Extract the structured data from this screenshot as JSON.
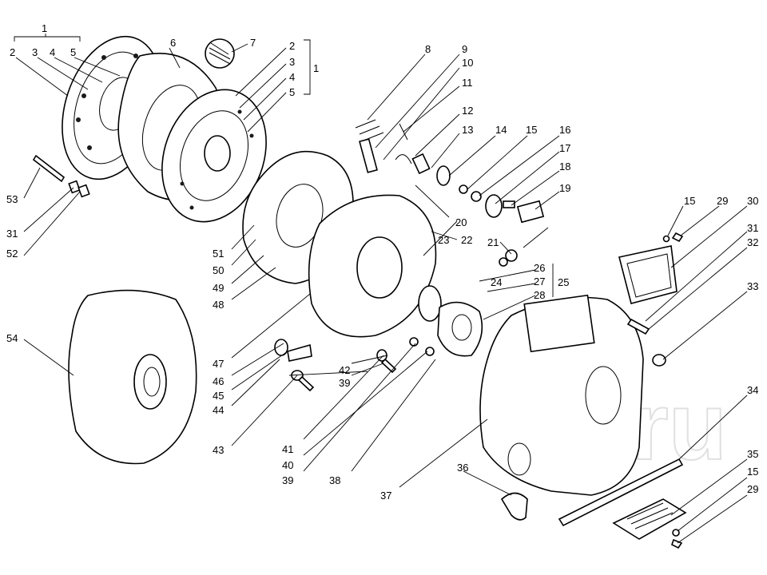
{
  "diagram": {
    "watermark": "ru",
    "callouts": [
      {
        "id": "c1a",
        "text": "1"
      },
      {
        "id": "c2a",
        "text": "2"
      },
      {
        "id": "c3a",
        "text": "3"
      },
      {
        "id": "c4a",
        "text": "4"
      },
      {
        "id": "c5a",
        "text": "5"
      },
      {
        "id": "c6",
        "text": "6"
      },
      {
        "id": "c7",
        "text": "7"
      },
      {
        "id": "c2b",
        "text": "2"
      },
      {
        "id": "c3b",
        "text": "3"
      },
      {
        "id": "c4b",
        "text": "4"
      },
      {
        "id": "c5b",
        "text": "5"
      },
      {
        "id": "c1b",
        "text": "1"
      },
      {
        "id": "c8",
        "text": "8"
      },
      {
        "id": "c9",
        "text": "9"
      },
      {
        "id": "c10",
        "text": "10"
      },
      {
        "id": "c11",
        "text": "11"
      },
      {
        "id": "c12",
        "text": "12"
      },
      {
        "id": "c13",
        "text": "13"
      },
      {
        "id": "c14",
        "text": "14"
      },
      {
        "id": "c15a",
        "text": "15"
      },
      {
        "id": "c16",
        "text": "16"
      },
      {
        "id": "c17",
        "text": "17"
      },
      {
        "id": "c18",
        "text": "18"
      },
      {
        "id": "c19",
        "text": "19"
      },
      {
        "id": "c20",
        "text": "20"
      },
      {
        "id": "c21",
        "text": "21"
      },
      {
        "id": "c22",
        "text": "22"
      },
      {
        "id": "c23",
        "text": "23"
      },
      {
        "id": "c24",
        "text": "24"
      },
      {
        "id": "c25",
        "text": "25"
      },
      {
        "id": "c26",
        "text": "26"
      },
      {
        "id": "c27",
        "text": "27"
      },
      {
        "id": "c28",
        "text": "28"
      },
      {
        "id": "c15b",
        "text": "15"
      },
      {
        "id": "c29a",
        "text": "29"
      },
      {
        "id": "c30",
        "text": "30"
      },
      {
        "id": "c31a",
        "text": "31"
      },
      {
        "id": "c32",
        "text": "32"
      },
      {
        "id": "c33",
        "text": "33"
      },
      {
        "id": "c34",
        "text": "34"
      },
      {
        "id": "c35",
        "text": "35"
      },
      {
        "id": "c15c",
        "text": "15"
      },
      {
        "id": "c29b",
        "text": "29"
      },
      {
        "id": "c36",
        "text": "36"
      },
      {
        "id": "c37",
        "text": "37"
      },
      {
        "id": "c38",
        "text": "38"
      },
      {
        "id": "c39a",
        "text": "39"
      },
      {
        "id": "c40",
        "text": "40"
      },
      {
        "id": "c41",
        "text": "41"
      },
      {
        "id": "c42",
        "text": "42"
      },
      {
        "id": "c39b",
        "text": "39"
      },
      {
        "id": "c43",
        "text": "43"
      },
      {
        "id": "c44",
        "text": "44"
      },
      {
        "id": "c45",
        "text": "45"
      },
      {
        "id": "c46",
        "text": "46"
      },
      {
        "id": "c47",
        "text": "47"
      },
      {
        "id": "c48",
        "text": "48"
      },
      {
        "id": "c49",
        "text": "49"
      },
      {
        "id": "c50",
        "text": "50"
      },
      {
        "id": "c51",
        "text": "51"
      },
      {
        "id": "c52",
        "text": "52"
      },
      {
        "id": "c31b",
        "text": "31"
      },
      {
        "id": "c53",
        "text": "53"
      },
      {
        "id": "c54",
        "text": "54"
      }
    ]
  }
}
